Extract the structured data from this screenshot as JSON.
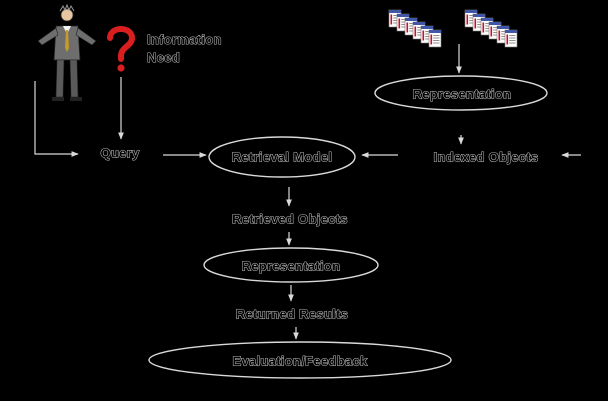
{
  "diagram": {
    "information_need": {
      "line1": "Information",
      "line2": "Need"
    },
    "query": "Query",
    "retrieval_model": "Retrieval Model",
    "indexed_objects": "Indexed Objects",
    "representation_top": "Representation",
    "retrieved_objects": "Retrieved Objects",
    "representation_bottom": "Representation",
    "returned_results": "Returned Results",
    "evaluation_feedback": "Evaluation/Feedback",
    "icons": {
      "user": "businessman-icon",
      "question": "question-mark-icon",
      "documents_left": "document-stack-icon",
      "documents_right": "document-stack-icon"
    },
    "colors": {
      "background": "#000000",
      "line": "#d9d9d9",
      "question_mark": "#d81e1e",
      "document_accent": "#c8102e",
      "document_header": "#4056a8"
    }
  }
}
